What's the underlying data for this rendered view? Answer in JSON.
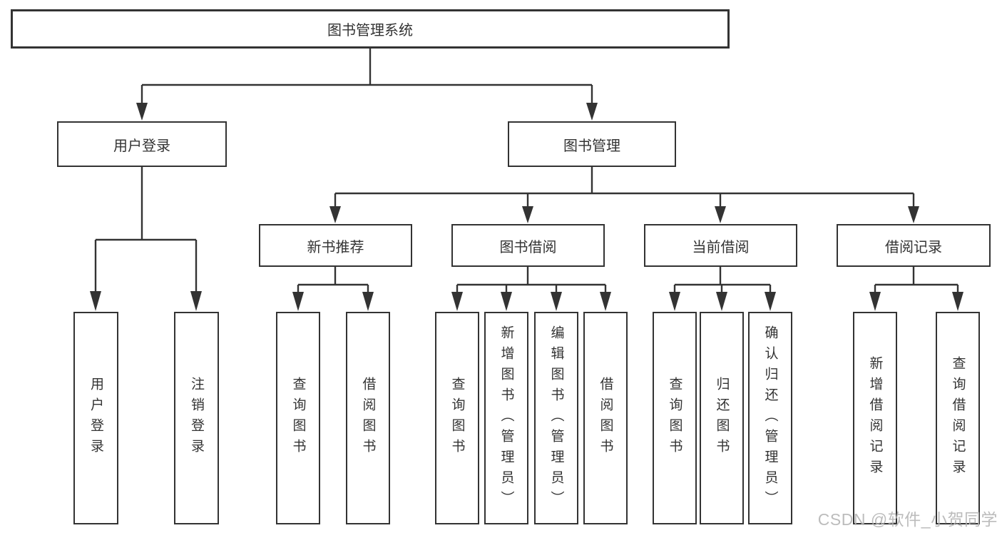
{
  "colors": {
    "background": "#ffffff",
    "line": "#333333",
    "box_border": "#333333",
    "text": "#333333",
    "watermark": "#b5b5b5"
  },
  "watermark": {
    "text": "CSDN @软件_小贺同学"
  },
  "tree": {
    "label": "图书管理系统",
    "children": [
      {
        "label": "用户登录",
        "children": [
          {
            "label": "用户登录"
          },
          {
            "label": "注销登录"
          }
        ]
      },
      {
        "label": "图书管理",
        "children": [
          {
            "label": "新书推荐",
            "children": [
              {
                "label": "查询图书"
              },
              {
                "label": "借阅图书"
              }
            ]
          },
          {
            "label": "图书借阅",
            "children": [
              {
                "label": "查询图书"
              },
              {
                "label": "新增图书（管理员）"
              },
              {
                "label": "编辑图书（管理员）"
              },
              {
                "label": "借阅图书"
              }
            ]
          },
          {
            "label": "当前借阅",
            "children": [
              {
                "label": "查询图书"
              },
              {
                "label": "归还图书"
              },
              {
                "label": "确认归还（管理员）"
              }
            ]
          },
          {
            "label": "借阅记录",
            "children": [
              {
                "label": "新增借阅记录"
              },
              {
                "label": "查询借阅记录"
              }
            ]
          }
        ]
      }
    ]
  }
}
